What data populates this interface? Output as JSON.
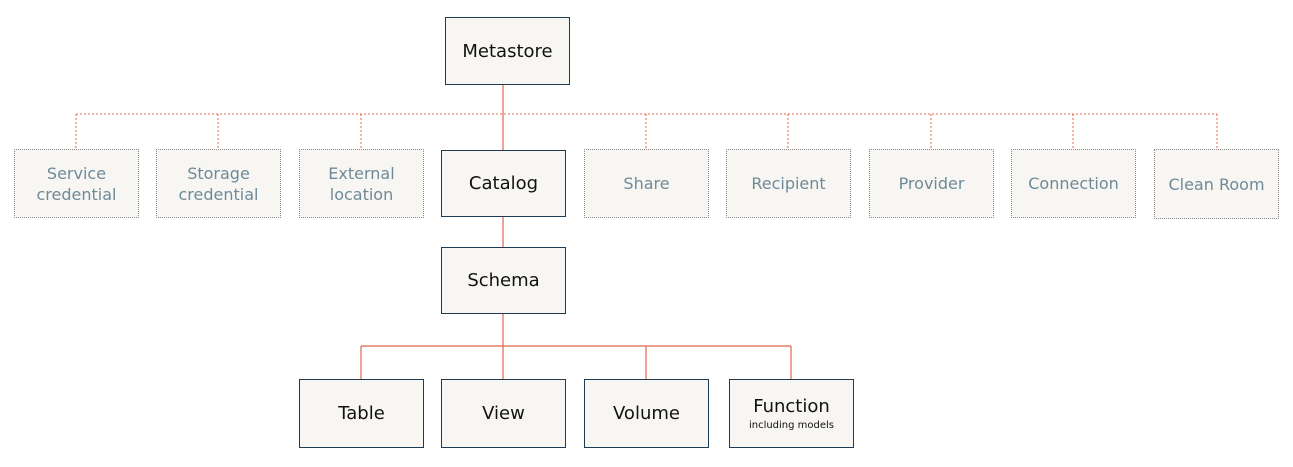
{
  "diagram": {
    "colors": {
      "connector": "#e0674c",
      "primary_border": "#1d3b53",
      "secondary_border": "#8a8a8a",
      "box_fill": "#f7f6f2",
      "secondary_text": "#6e8a99"
    },
    "metastore": {
      "label": "Metastore"
    },
    "catalog": {
      "label": "Catalog"
    },
    "schema": {
      "label": "Schema"
    },
    "peers": [
      {
        "label": "Service\ncredential"
      },
      {
        "label": "Storage\ncredential"
      },
      {
        "label": "External\nlocation"
      },
      {
        "label": "Share"
      },
      {
        "label": "Recipient"
      },
      {
        "label": "Provider"
      },
      {
        "label": "Connection"
      },
      {
        "label": "Clean Room"
      }
    ],
    "leaves": [
      {
        "label": "Table"
      },
      {
        "label": "View"
      },
      {
        "label": "Volume"
      },
      {
        "label": "Function",
        "sublabel": "including models"
      }
    ]
  }
}
